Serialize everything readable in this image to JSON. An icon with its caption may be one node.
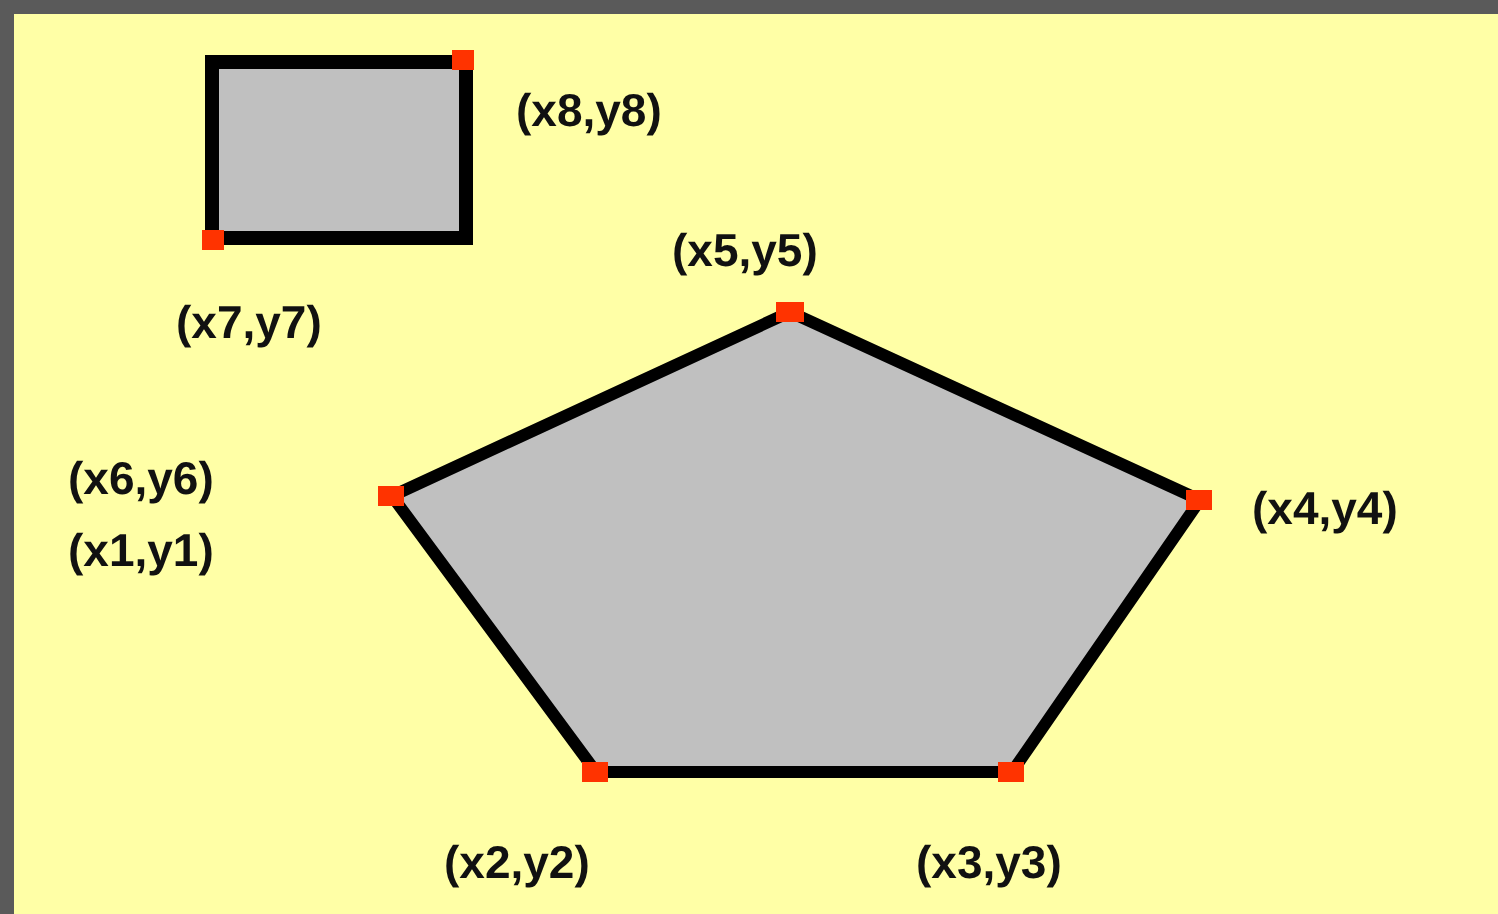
{
  "diagram": {
    "labels": [
      "(x8,y8)",
      "(x5,y5)",
      "(x7,y7)",
      "(x6,y6)",
      "(x4,y4)",
      "(x1,y1)",
      "(x2,y2)",
      "(x3,y3)"
    ]
  }
}
